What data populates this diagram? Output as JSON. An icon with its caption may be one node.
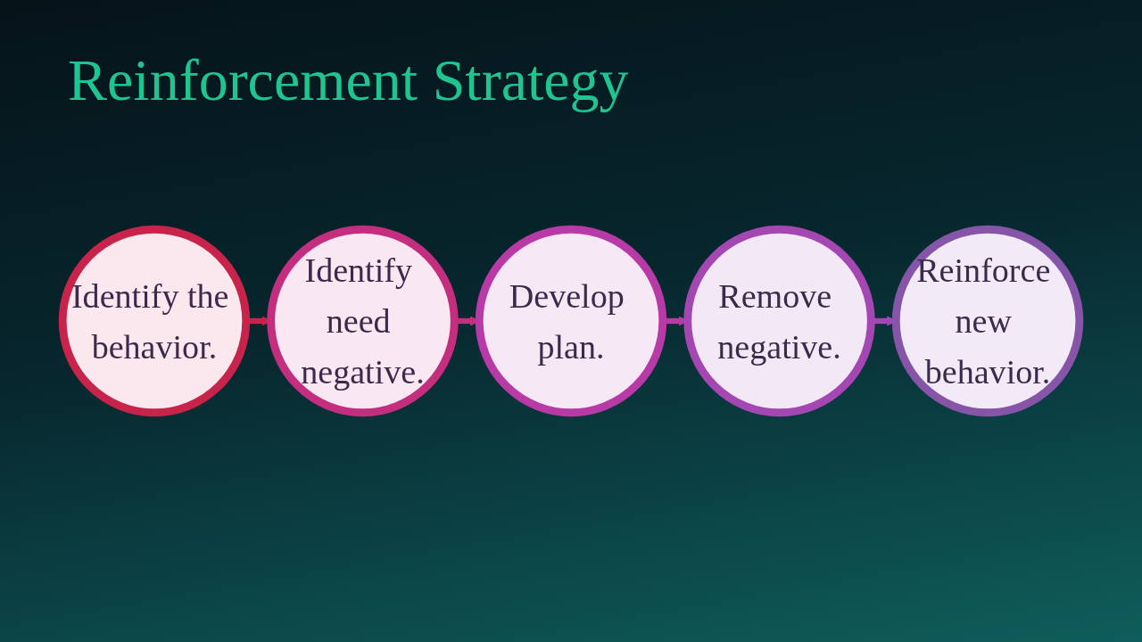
{
  "diagram": {
    "title": "Reinforcement Strategy",
    "nodes": [
      {
        "text": [
          "Identify the behavior."
        ]
      },
      {
        "text": [
          "Identify need negative."
        ]
      },
      {
        "text": [
          "Develop plan."
        ]
      },
      {
        "text": [
          "Remove negative."
        ]
      },
      {
        "text": [
          "Reinforce new behavior."
        ]
      }
    ],
    "edges": [
      {
        "from": 0,
        "to": 1,
        "arrow": "to",
        "color": "#c8234a"
      },
      {
        "from": 1,
        "to": 2,
        "arrow": "to",
        "color": "#c42e7e"
      },
      {
        "from": 2,
        "to": 3,
        "arrow": "to",
        "color": "#b83aa6"
      },
      {
        "from": 3,
        "to": 4,
        "arrow": "to",
        "color": "#a447b2"
      }
    ]
  }
}
